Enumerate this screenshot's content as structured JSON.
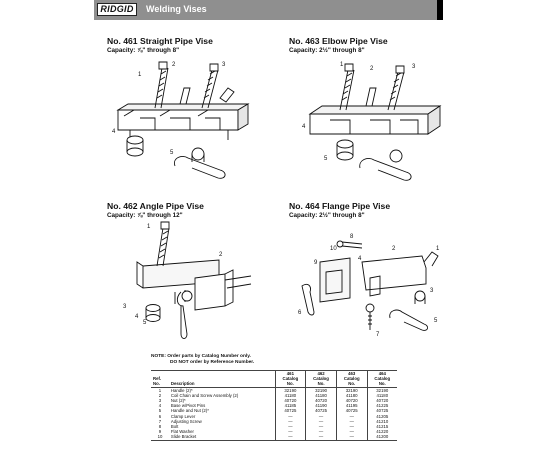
{
  "header": {
    "logo": "RIDGID",
    "title": "Welding Vises"
  },
  "sections": {
    "v461": {
      "title": "No. 461 Straight Pipe Vise",
      "capacity": "Capacity: ⅞\" through 8\"",
      "callouts": {
        "c1": "1",
        "c2": "2",
        "c3": "3",
        "c4": "4",
        "c5": "5"
      }
    },
    "v463": {
      "title": "No. 463 Elbow Pipe Vise",
      "capacity": "Capacity: 2½\" through 8\"",
      "callouts": {
        "c1": "1",
        "c2": "2",
        "c3": "3",
        "c4": "4",
        "c5": "5"
      }
    },
    "v462": {
      "title": "No. 462 Angle Pipe Vise",
      "capacity": "Capacity: ⅞\" through 12\"",
      "callouts": {
        "c1": "1",
        "c2": "2",
        "c3": "3",
        "c4": "4",
        "c5": "5"
      }
    },
    "v464": {
      "title": "No. 464 Flange Pipe Vise",
      "capacity": "Capacity: 2½\" through 8\"",
      "callouts": {
        "c1": "1",
        "c2": "2",
        "c3": "3",
        "c4": "4",
        "c5": "5",
        "c6": "6",
        "c7": "7",
        "c8": "8",
        "c9": "9",
        "c10": "10"
      }
    }
  },
  "notes": {
    "line1": "NOTE: Order parts by Catalog Number only.",
    "line2": "DO NOT order by Reference Number."
  },
  "table": {
    "models": [
      "461",
      "462",
      "463",
      "464"
    ],
    "ref_header": "Ref.",
    "no_header": "No.",
    "desc_header": "Description",
    "catalog_label": "Catalog",
    "no_label": "No.",
    "rows": [
      {
        "ref": "1",
        "desc": "Handle (2)*",
        "v461": "32190",
        "v462": "32190",
        "v463": "32190",
        "v464": "32190"
      },
      {
        "ref": "2",
        "desc": "Coil Chain and Screw Assembly (2)",
        "v461": "41180",
        "v462": "41180",
        "v463": "41180",
        "v464": "41180"
      },
      {
        "ref": "3",
        "desc": "Nut (2)*",
        "v461": "40720",
        "v462": "40720",
        "v463": "40720",
        "v464": "40720"
      },
      {
        "ref": "4",
        "desc": "Base w/Pivot Pins",
        "v461": "41185",
        "v462": "41190",
        "v463": "41195",
        "v464": "41225"
      },
      {
        "ref": "5",
        "desc": "Handle and Nut (2)*",
        "v461": "40725",
        "v462": "40725",
        "v463": "40725",
        "v464": "40725"
      },
      {
        "ref": "6",
        "desc": "Clamp Lever",
        "v461": "—",
        "v462": "—",
        "v463": "—",
        "v464": "41205"
      },
      {
        "ref": "7",
        "desc": "Adjusting Screw",
        "v461": "—",
        "v462": "—",
        "v463": "—",
        "v464": "41210"
      },
      {
        "ref": "8",
        "desc": "Bolt",
        "v461": "—",
        "v462": "—",
        "v463": "—",
        "v464": "41215"
      },
      {
        "ref": "9",
        "desc": "Flat Washer",
        "v461": "—",
        "v462": "—",
        "v463": "—",
        "v464": "41220"
      },
      {
        "ref": "10",
        "desc": "Slide Bracket",
        "v461": "—",
        "v462": "—",
        "v463": "—",
        "v464": "41200"
      }
    ]
  },
  "colors": {
    "header_band": "#8f8f8f",
    "ink": "#111111"
  }
}
